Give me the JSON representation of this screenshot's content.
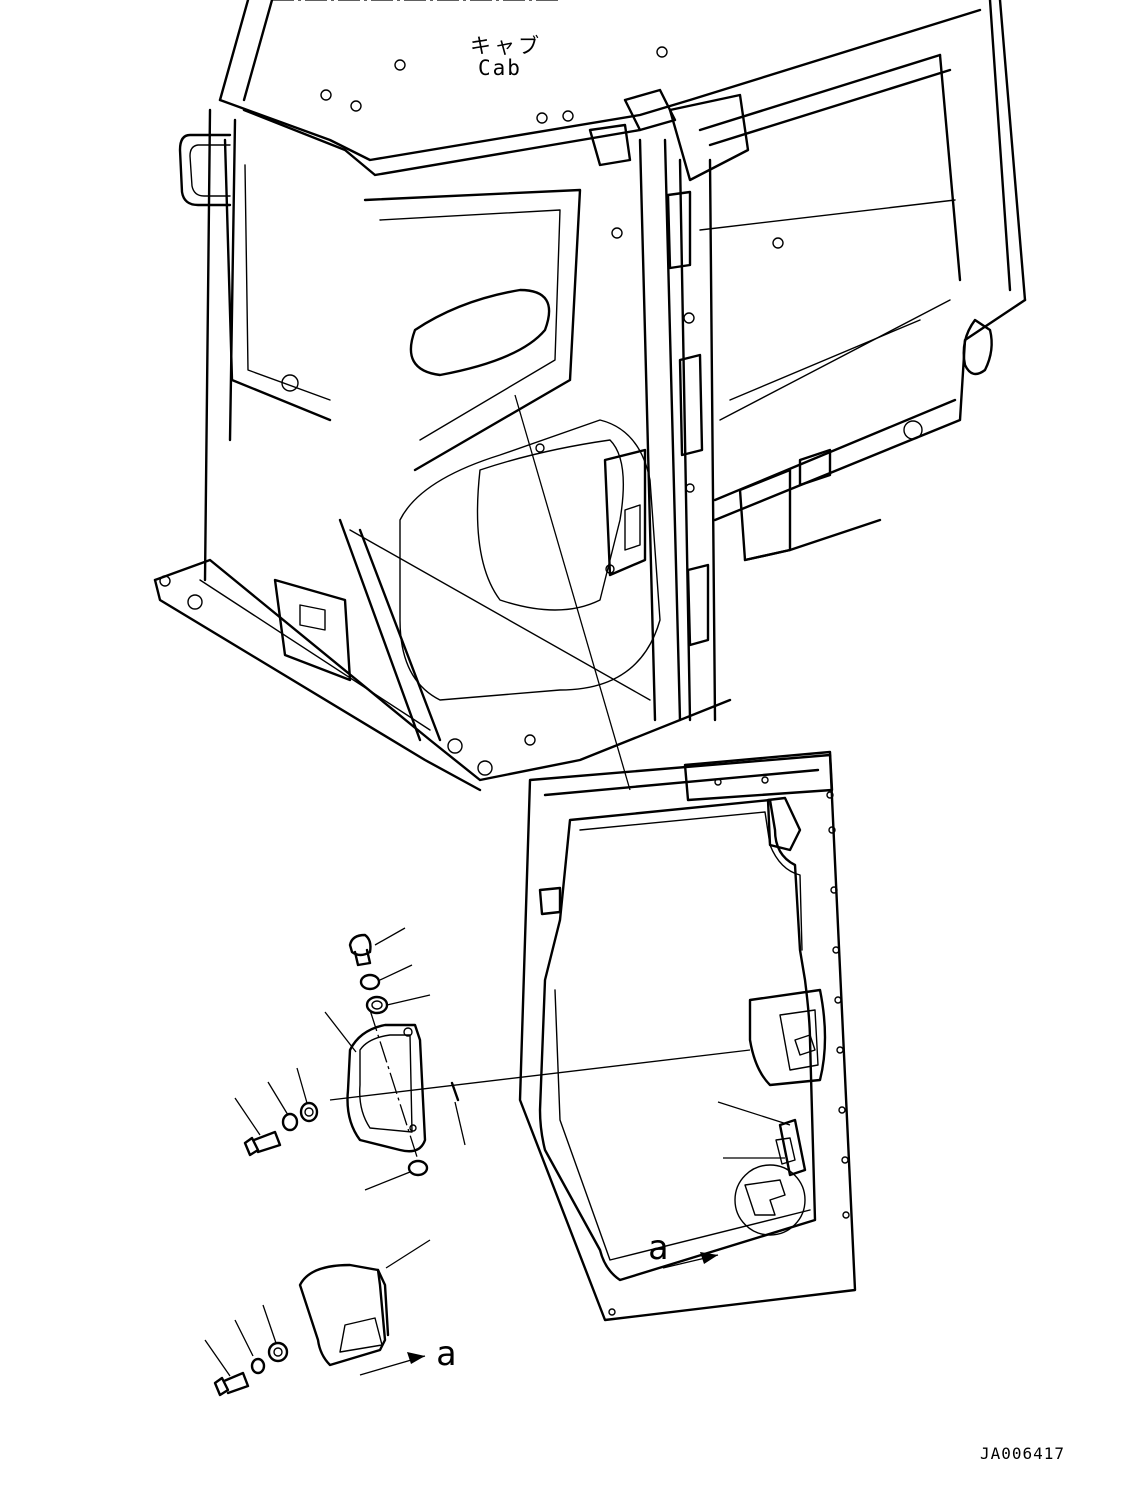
{
  "labels": {
    "cab_jp": "キャブ",
    "cab_en": "Cab",
    "view_arrow_1": "a",
    "view_arrow_2": "a",
    "drawing_code": "JA006417"
  }
}
